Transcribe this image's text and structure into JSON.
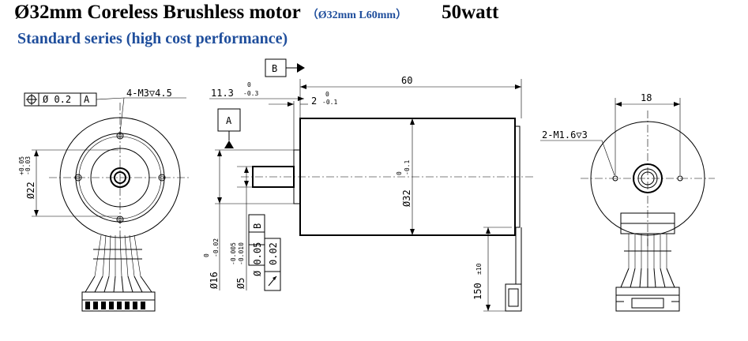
{
  "header": {
    "title": "Ø32mm Coreless Brushless motor",
    "title_paren": "（Ø32mm   L60mm）",
    "watt": "50watt",
    "subtitle": "Standard series (high cost performance)"
  },
  "front_view": {
    "frame_position": "Ø 0.2",
    "frame_datum": "A",
    "holes_label": "4-M3▽4.5",
    "dia_label": "Ø22",
    "tol_upper": "+0.05",
    "tol_lower": "-0.03"
  },
  "side_view": {
    "datum_a": "A",
    "datum_b": "B",
    "dim_shaft_len": "11.3",
    "dim_shaft_len_tol_top": "0",
    "dim_shaft_len_tol_bot": "-0.3",
    "dim_flange": "2",
    "dim_flange_tol_top": "0",
    "dim_flange_tol_bot": "-0.1",
    "dim_total": "60",
    "dim_body_dia": "Ø32",
    "dim_body_tol_top": "0",
    "dim_body_tol_bot": "-0.1",
    "dim_boss_dia": "Ø16",
    "dim_boss_tol_top": "0",
    "dim_boss_tol_bot": "-0.02",
    "dim_shaft_dia": "Ø5",
    "dim_shaft_tol_top": "-0.005",
    "dim_shaft_tol_bot": "-0.010",
    "frame_coax": "Ø 0.05",
    "frame_coax_datum": "B",
    "frame_runout": "0.02",
    "dim_lead": "150",
    "dim_lead_tol": "±10"
  },
  "rear_view": {
    "dim_spacing": "18",
    "holes_label": "2-M1.6▽3"
  }
}
